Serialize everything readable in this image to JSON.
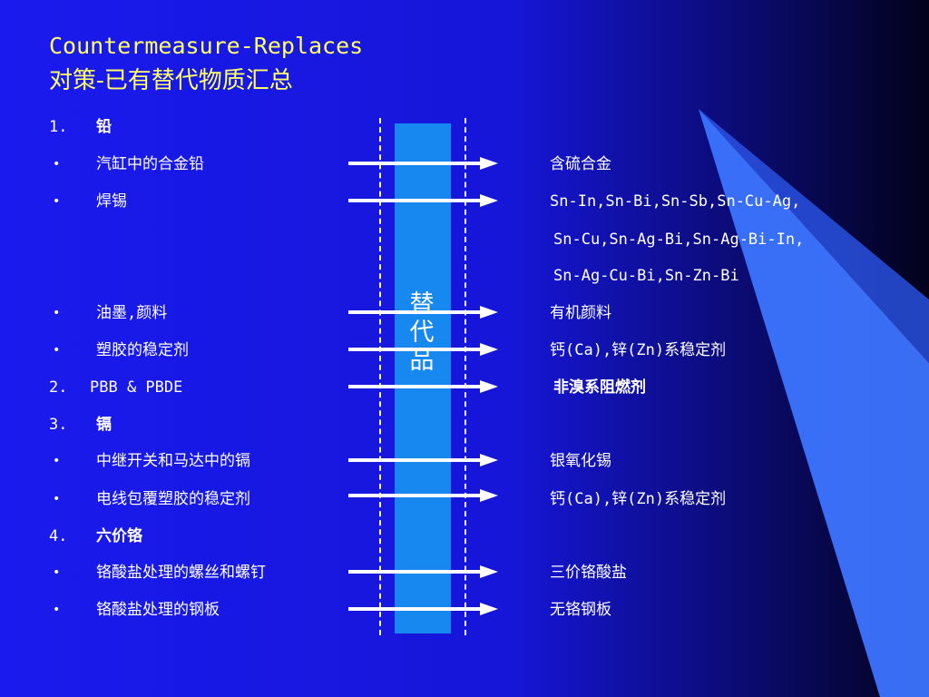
{
  "title": {
    "line1": "Countermeasure-Replaces",
    "line2": "对策-已有替代物质汇总"
  },
  "center_label": [
    "替",
    "代",
    "品"
  ],
  "sections": [
    {
      "num": "1.",
      "label": "铅"
    },
    {
      "num": "2.",
      "label": "PBB & PBDE"
    },
    {
      "num": "3.",
      "label": "镉"
    },
    {
      "num": "4.",
      "label": "六价铬"
    }
  ],
  "items": [
    {
      "left": "汽缸中的合金铅",
      "right": "含硫合金"
    },
    {
      "left": "焊锡",
      "right": "Sn-In,Sn-Bi,Sn-Sb,Sn-Cu-Ag,"
    },
    {
      "right": "Sn-Cu,Sn-Ag-Bi,Sn-Ag-Bi-In,"
    },
    {
      "right": "Sn-Ag-Cu-Bi,Sn-Zn-Bi"
    },
    {
      "left": "油墨,颜料",
      "right": "有机颜料"
    },
    {
      "left": "塑胶的稳定剂",
      "right": "钙(Ca),锌(Zn)系稳定剂"
    },
    {
      "right": "非溴系阻燃剂"
    },
    {
      "left": "中继开关和马达中的镉",
      "right": "银氧化锡"
    },
    {
      "left": "电线包覆塑胶的稳定剂",
      "right": "钙(Ca),锌(Zn)系稳定剂"
    },
    {
      "left": "铬酸盐处理的螺丝和螺钉",
      "right": "三价铬酸盐"
    },
    {
      "left": "铬酸盐处理的钢板",
      "right": "无铬钢板"
    }
  ],
  "bullet_char": "•",
  "colors": {
    "title": "#ffff66",
    "text": "#ffffff",
    "band": "#1688f0",
    "arrow": "#ffffff"
  }
}
